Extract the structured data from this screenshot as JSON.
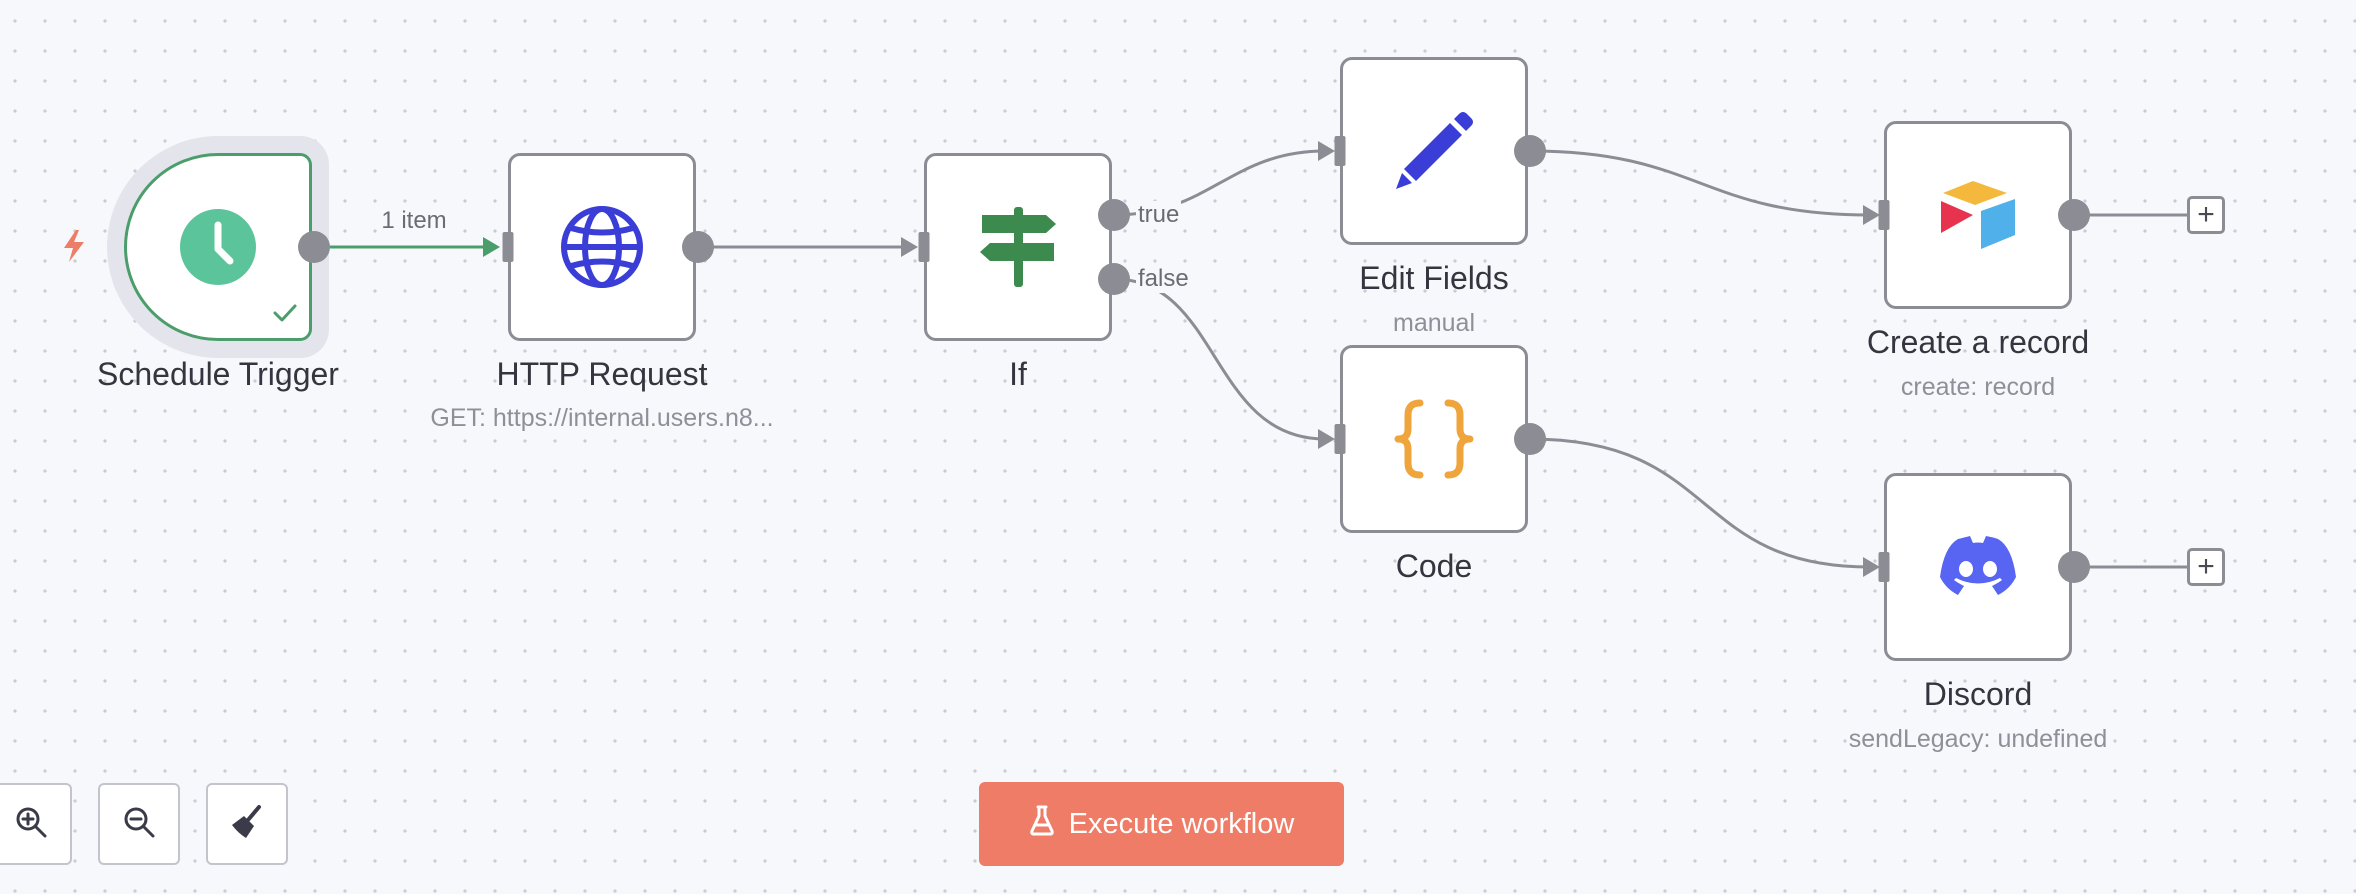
{
  "nodes": {
    "schedule_trigger": {
      "label": "Schedule Trigger",
      "icon": "clock-icon"
    },
    "http_request": {
      "label": "HTTP Request",
      "subtitle": "GET: https://internal.users.n8...",
      "icon": "globe-icon"
    },
    "if": {
      "label": "If",
      "icon": "signpost-icon"
    },
    "edit_fields": {
      "label": "Edit Fields",
      "subtitle": "manual",
      "icon": "pencil-icon"
    },
    "code": {
      "label": "Code",
      "icon": "curly-braces-icon"
    },
    "create_record": {
      "label": "Create a record",
      "subtitle": "create: record",
      "icon": "airtable-logo-icon"
    },
    "discord": {
      "label": "Discord",
      "subtitle": "sendLegacy: undefined",
      "icon": "discord-logo-icon"
    }
  },
  "edges": {
    "trigger_to_http_label": "1 item",
    "if_true_label": "true",
    "if_false_label": "false"
  },
  "add_button_symbol": "+",
  "controls": {
    "zoom_in": "zoom-in-icon",
    "zoom_out": "zoom-out-icon",
    "tidy_up": "broom-icon"
  },
  "execute_button": {
    "label": "Execute workflow",
    "icon": "flask-icon"
  },
  "colors": {
    "success_green": "#4b9e6b",
    "accent_orange": "#ee7c66",
    "http_blue": "#3b3ed6",
    "if_green": "#3c8a4e",
    "code_orange": "#f0a43c",
    "discord_blurple": "#5865f2",
    "edge_gray": "#8c8c94"
  }
}
